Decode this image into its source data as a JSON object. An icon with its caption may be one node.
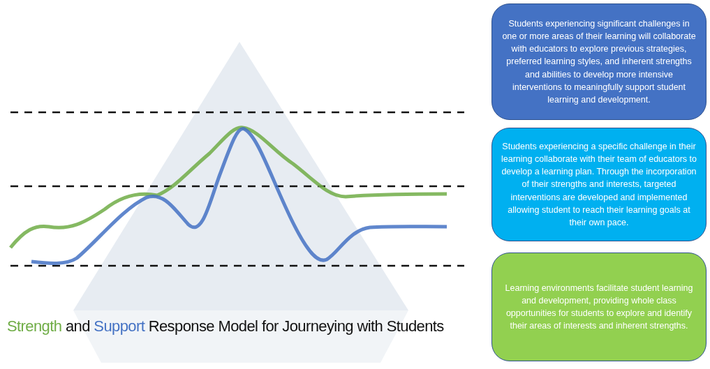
{
  "diagram": {
    "title": "Strength and Support Response Model for Journeying with Students",
    "nodes": [
      {
        "text": [
          "Students experiencing significant challenges in one or more areas of their learning will collaborate with educators to explore previous strategies, preferred learning styles, and inherent strengths and abilities to develop more intensive interventions to meaningfully support student learning and development."
        ]
      },
      {
        "text": [
          "Students experiencing a specific challenge in their learning collaborate with their team of educators to develop a learning plan. Through the incorporation of their strengths and interests, targeted interventions are developed and implemented allowing student to reach their learning goals at their own pace."
        ]
      },
      {
        "text": [
          "Learning environments facilitate student learning and development, providing whole class opportunities for students to explore and identify their areas of interests and inherent strengths."
        ]
      }
    ]
  }
}
